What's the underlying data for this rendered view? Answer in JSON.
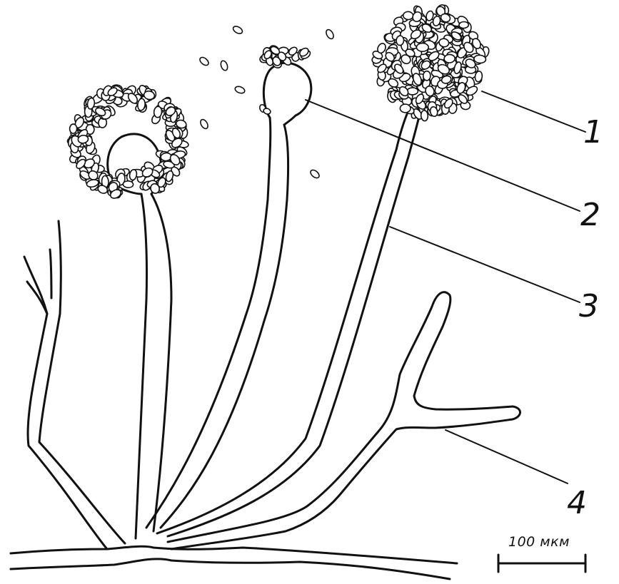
{
  "labels": {
    "l1": "1",
    "l2": "2",
    "l3": "3",
    "l4": "4"
  },
  "scale_bar": {
    "text": "100 мкм"
  }
}
